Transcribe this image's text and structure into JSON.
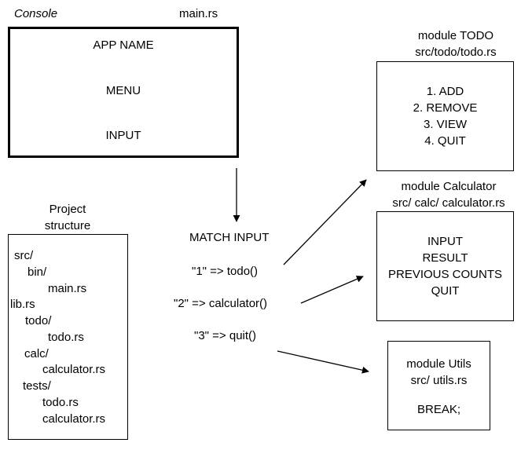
{
  "console": {
    "label": "Console",
    "file": "main.rs",
    "lines": [
      "APP NAME",
      "MENU",
      "INPUT"
    ]
  },
  "match": {
    "title": "MATCH INPUT",
    "cases": [
      "\"1\" => todo()",
      "\"2\" => calculator()",
      "\"3\" => quit()"
    ]
  },
  "project": {
    "title_lines": [
      "Project",
      "structure"
    ],
    "tree": [
      "src/",
      "bin/",
      "main.rs",
      "lib.rs",
      "todo/",
      "todo.rs",
      "calc/",
      "calculator.rs",
      "tests/",
      "todo.rs",
      "calculator.rs"
    ]
  },
  "todo_module": {
    "title_lines": [
      "module TODO",
      "src/todo/todo.rs"
    ],
    "items": [
      "1. ADD",
      "2. REMOVE",
      "3. VIEW",
      "4. QUIT"
    ]
  },
  "calc_module": {
    "title_lines": [
      "module Calculator",
      "src/ calc/ calculator.rs"
    ],
    "items": [
      "INPUT",
      "RESULT",
      "PREVIOUS COUNTS",
      "QUIT"
    ]
  },
  "utils_module": {
    "title_lines": [
      "module Utils",
      "src/ utils.rs"
    ],
    "body": "BREAK;"
  },
  "colors": {
    "stroke": "#000000",
    "background": "#ffffff"
  }
}
